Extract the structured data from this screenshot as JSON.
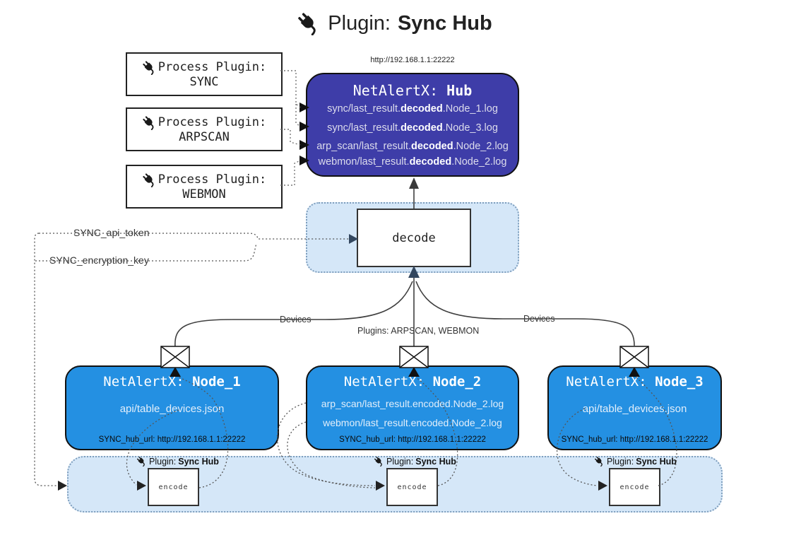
{
  "title": {
    "label": "Plugin:",
    "name": "Sync Hub"
  },
  "hub": {
    "url": "http://192.168.1.1:22222",
    "title_label": "NetAlertX:",
    "title_name": "Hub",
    "logs": [
      {
        "pre": "sync/last_result.",
        "bold": "decoded",
        "post": ".Node_1.log"
      },
      {
        "pre": "sync/last_result.",
        "bold": "decoded",
        "post": ".Node_3.log"
      },
      {
        "pre": "arp_scan/last_result.",
        "bold": "decoded",
        "post": ".Node_2.log"
      },
      {
        "pre": "webmon/last_result.",
        "bold": "decoded",
        "post": ".Node_2.log"
      }
    ]
  },
  "process_plugins": [
    {
      "label": "Process Plugin:",
      "name": "SYNC"
    },
    {
      "label": "Process Plugin:",
      "name": "ARPSCAN"
    },
    {
      "label": "Process Plugin:",
      "name": "WEBMON"
    }
  ],
  "decode_label": "decode",
  "settings": {
    "api_token": "SYNC_api_token",
    "encryption_key": "SYNC_encryption_key"
  },
  "edge_labels": {
    "devices_left": "Devices",
    "devices_right": "Devices",
    "plugins_mid": "Plugins: ARPSCAN, WEBMON"
  },
  "nodes": [
    {
      "title_label": "NetAlertX:",
      "title_name": "Node_1",
      "files": [
        "api/table_devices.json"
      ],
      "hub_url": "SYNC_hub_url: http://192.168.1.1:22222"
    },
    {
      "title_label": "NetAlertX:",
      "title_name": "Node_2",
      "files": [
        "arp_scan/last_result.encoded.Node_2.log",
        "webmon/last_result.encoded.Node_2.log"
      ],
      "hub_url": "SYNC_hub_url: http://192.168.1.1:22222"
    },
    {
      "title_label": "NetAlertX:",
      "title_name": "Node_3",
      "files": [
        "api/table_devices.json"
      ],
      "hub_url": "SYNC_hub_url: http://192.168.1.1:22222"
    }
  ],
  "encoder": {
    "label": "Plugin:",
    "name": "Sync Hub",
    "box": "encode"
  },
  "colors": {
    "hub_fill": "#3E3DA8",
    "node_fill": "#2490E2",
    "container_fill": "#D5E7F8",
    "container_border": "#7E9EBD",
    "arrow_accent": "#33475F",
    "line": "#3F3F3F"
  }
}
